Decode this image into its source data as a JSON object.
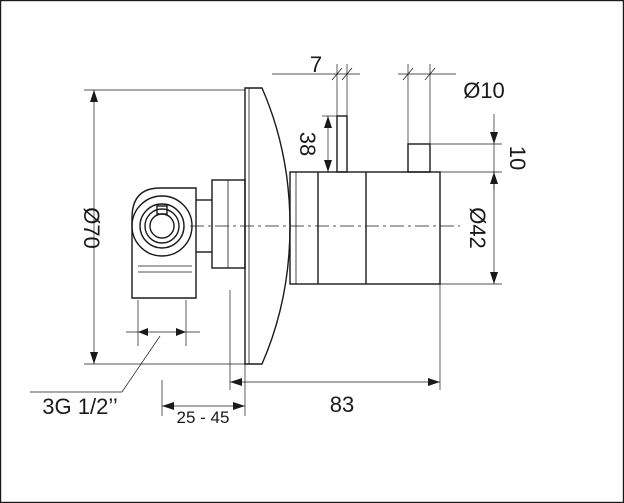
{
  "diagram": {
    "labels": {
      "width_7": "7",
      "height_38": "38",
      "dia_10": "Ø10",
      "height_10": "10",
      "dia_42": "Ø42",
      "dia_70": "Ø70",
      "length_83": "83",
      "range_25_45": "25 - 45",
      "thread": "3G 1/2’’"
    },
    "colors": {
      "line": "#1a1a1a",
      "background": "#ffffff"
    }
  }
}
